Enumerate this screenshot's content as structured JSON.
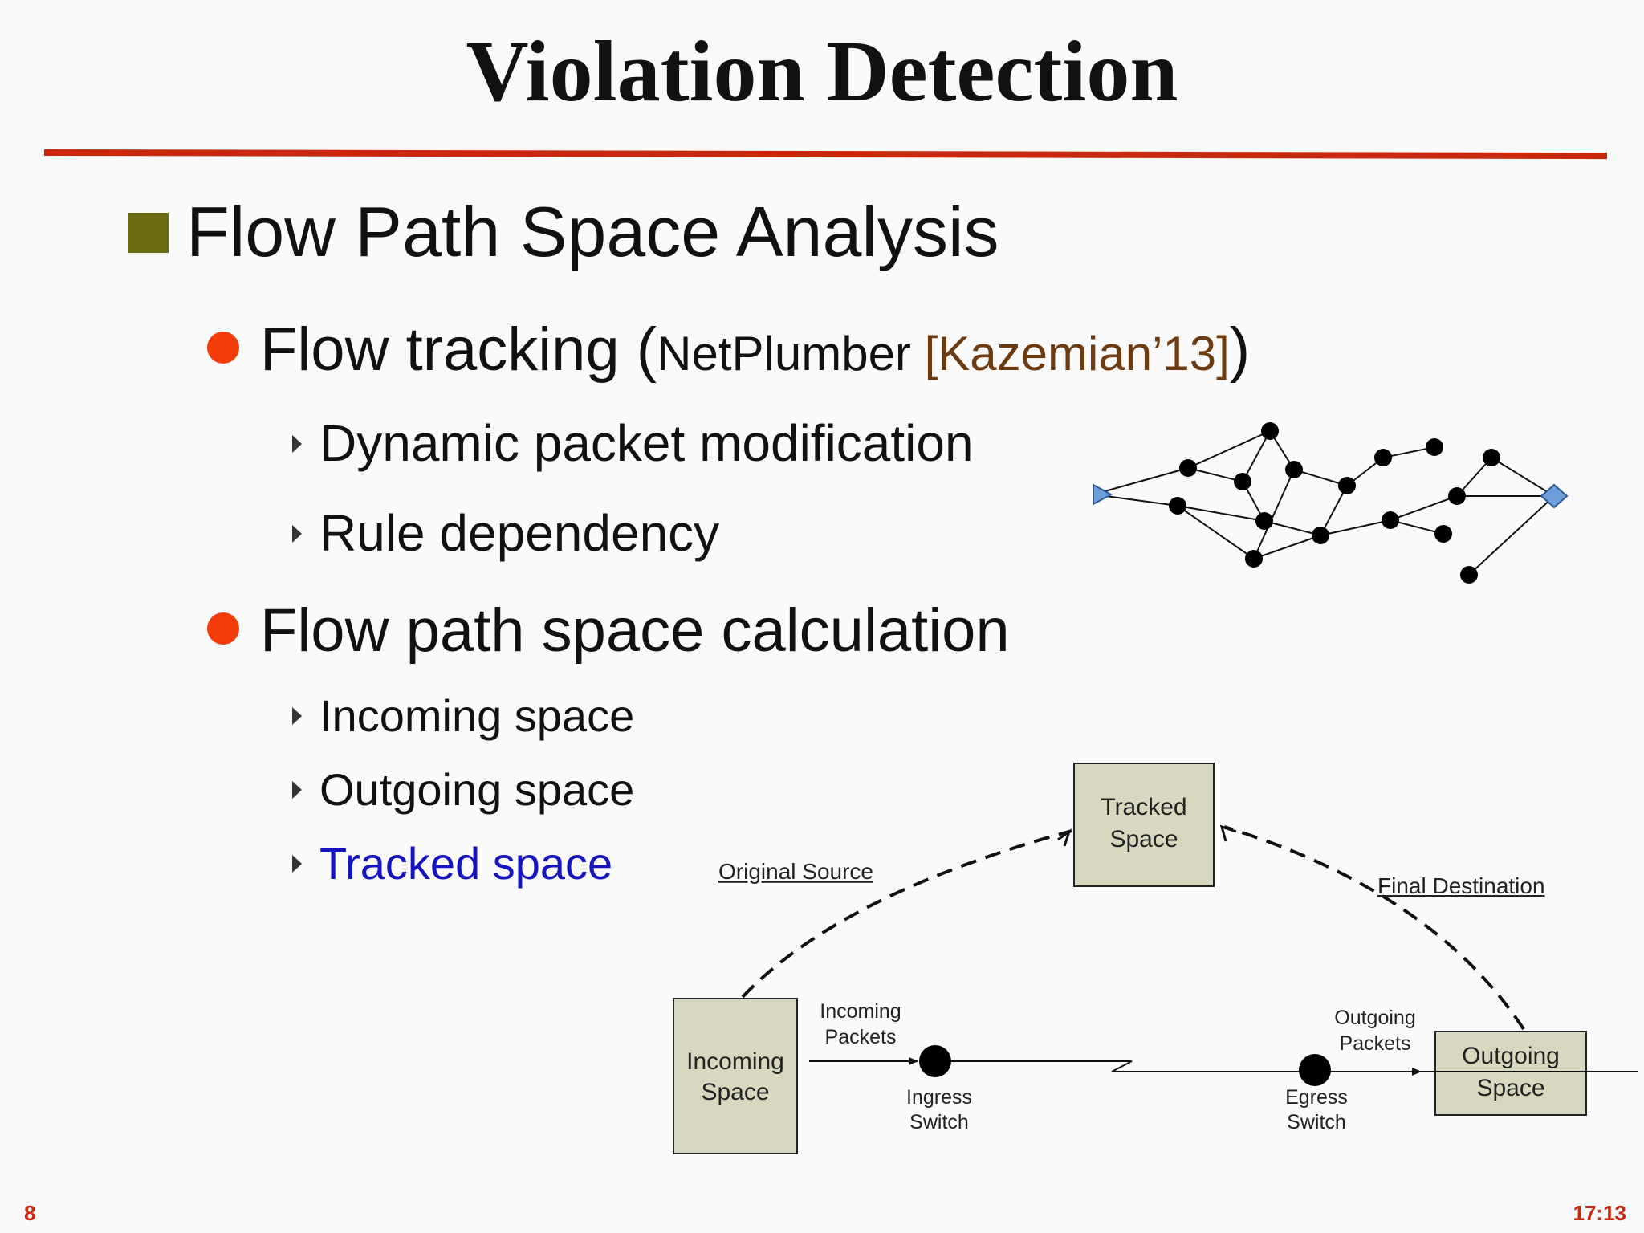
{
  "slide": {
    "title": "Violation Detection",
    "page_number": "8",
    "time": "17:13"
  },
  "bullets": {
    "level1": "Flow Path Space Analysis",
    "item1": {
      "label": "Flow tracking (",
      "tool": "NetPlumber ",
      "citation": "[Kazemian’13]",
      "close": ")",
      "subs": [
        "Dynamic packet modification",
        "Rule dependency"
      ]
    },
    "item2": {
      "label": "Flow path space calculation",
      "subs": [
        "Incoming space",
        "Outgoing space",
        "Tracked space"
      ]
    }
  },
  "diagram": {
    "tracked_line1": "Tracked",
    "tracked_line2": "Space",
    "incoming_line1": "Incoming",
    "incoming_line2": "Space",
    "outgoing_line1": "Outgoing",
    "outgoing_line2": "Space",
    "original_source": "Original Source",
    "final_destination": "Final Destination",
    "incoming_packets_1": "Incoming",
    "incoming_packets_2": "Packets",
    "outgoing_packets_1": "Outgoing",
    "outgoing_packets_2": "Packets",
    "ingress_1": "Ingress",
    "ingress_2": "Switch",
    "egress_1": "Egress",
    "egress_2": "Switch"
  }
}
